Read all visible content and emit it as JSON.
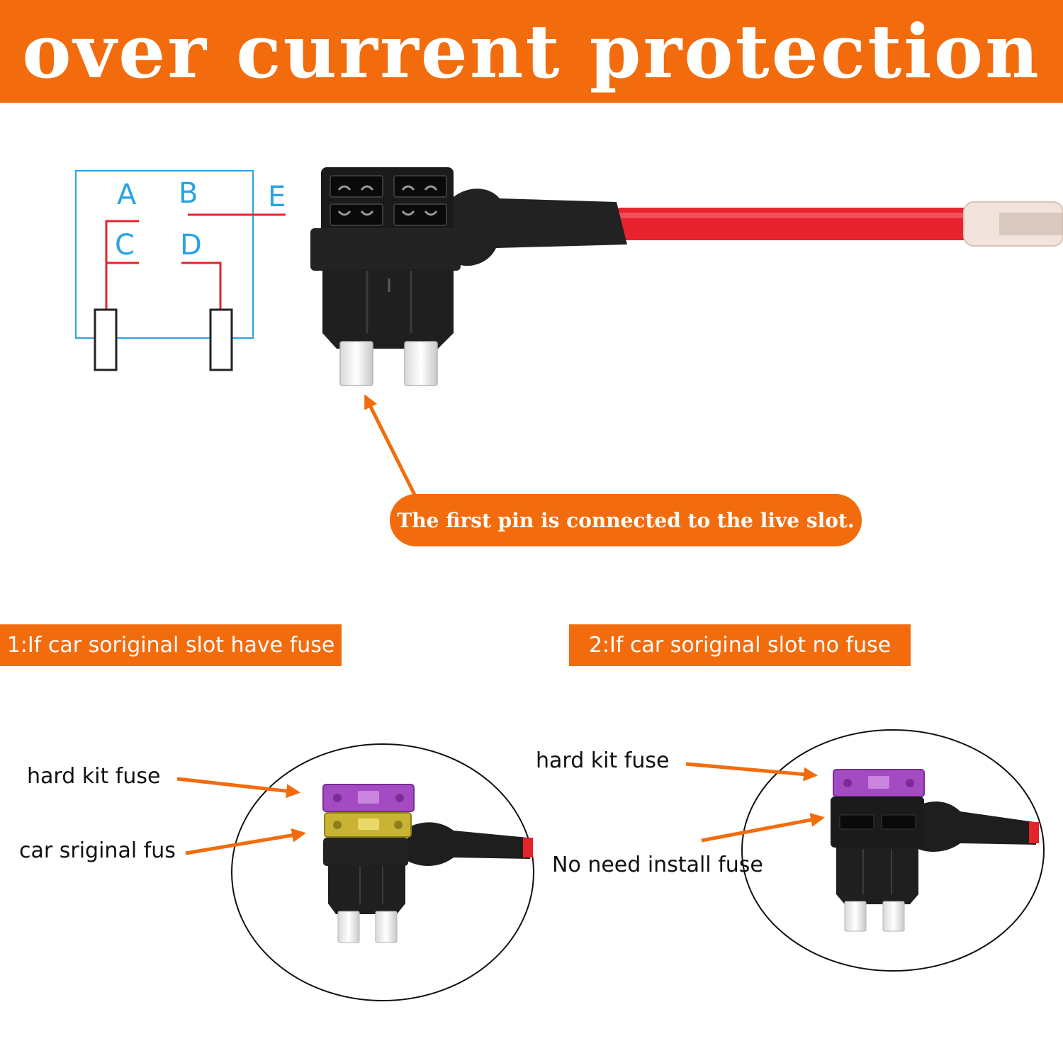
{
  "title": "over current protection",
  "schematic": {
    "labels": {
      "a": "A",
      "b": "B",
      "c": "C",
      "d": "D",
      "e": "E"
    },
    "line_color": "#2aa3e3",
    "wire_color": "#e3242b"
  },
  "note": "The first pin is connected to the live slot.",
  "cases": {
    "with_fuse": "1:If car soriginal slot have fuse",
    "without_fuse": "2:If car soriginal slot no fuse"
  },
  "callouts": {
    "left_kit_fuse": "hard kit fuse",
    "left_original_fuse": "car sriginal fus",
    "right_kit_fuse": "hard kit fuse",
    "right_no_fuse": "No need install fuse"
  },
  "colors": {
    "accent": "#f26c0d",
    "kit_fuse": "#a44ac2",
    "original_fuse": "#c8b432",
    "holder": "#1c1c1c",
    "wire": "#e3242b"
  }
}
